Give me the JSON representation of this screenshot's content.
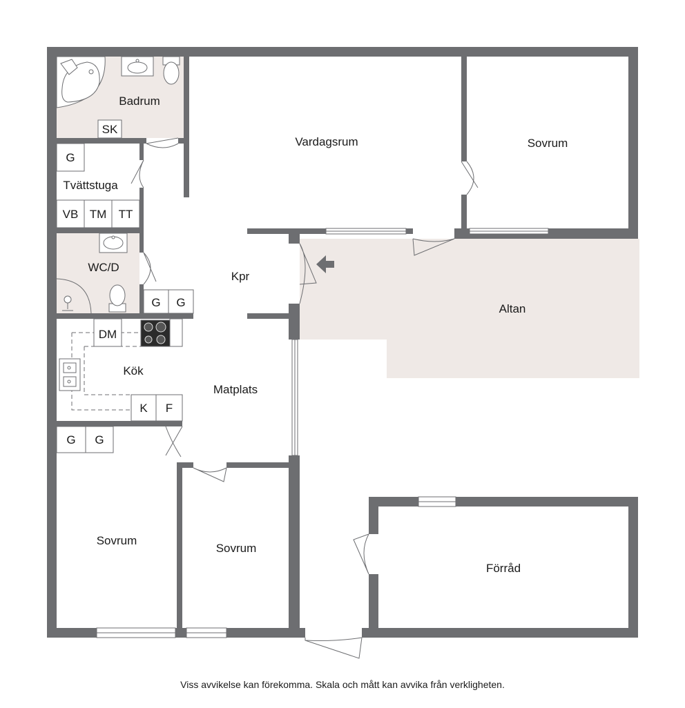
{
  "rooms": {
    "badrum": "Badrum",
    "tvattstuga": "Tvättstuga",
    "wcd": "WC/D",
    "kok": "Kök",
    "vardagsrum": "Vardagsrum",
    "sovrum_ne": "Sovrum",
    "kpr": "Kpr",
    "altan": "Altan",
    "matplats": "Matplats",
    "sovrum_sw": "Sovrum",
    "sovrum_s": "Sovrum",
    "forrad": "Förråd"
  },
  "fixtures": {
    "sk": "SK",
    "g_tvatt": "G",
    "vb": "VB",
    "tm": "TM",
    "tt": "TT",
    "g_hall_1": "G",
    "g_hall_2": "G",
    "dm": "DM",
    "k": "K",
    "f": "F",
    "g_sov_1": "G",
    "g_sov_2": "G"
  },
  "colors": {
    "wall": "#6d6e71",
    "wet_room": "#efe9e6",
    "altan": "#efe9e6"
  },
  "disclaimer": "Viss avvikelse kan förekomma. Skala och mått kan avvika från verkligheten."
}
